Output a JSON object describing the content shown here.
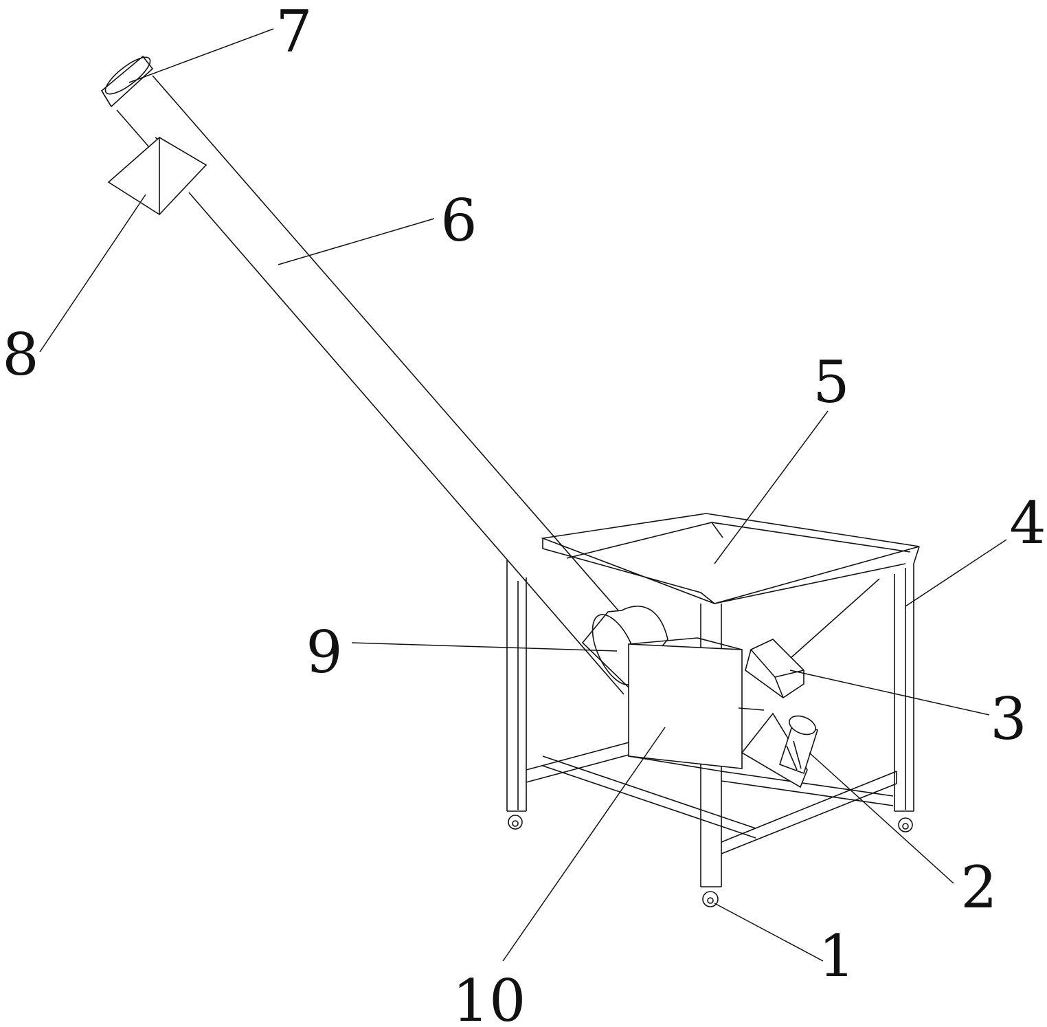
{
  "diagram": {
    "labels": [
      {
        "id": "1",
        "text": "1",
        "part": "caster-wheel"
      },
      {
        "id": "2",
        "text": "2",
        "part": "motor"
      },
      {
        "id": "3",
        "text": "3",
        "part": "bearing-housing"
      },
      {
        "id": "4",
        "text": "4",
        "part": "support-frame"
      },
      {
        "id": "5",
        "text": "5",
        "part": "hopper"
      },
      {
        "id": "6",
        "text": "6",
        "part": "conveying-tube"
      },
      {
        "id": "7",
        "text": "7",
        "part": "end-cap"
      },
      {
        "id": "8",
        "text": "8",
        "part": "discharge-outlet"
      },
      {
        "id": "9",
        "text": "9",
        "part": "feed-inlet"
      },
      {
        "id": "10",
        "text": "10",
        "part": "drive-box"
      }
    ],
    "colors": {
      "line": "#111111",
      "background": "#ffffff"
    }
  }
}
